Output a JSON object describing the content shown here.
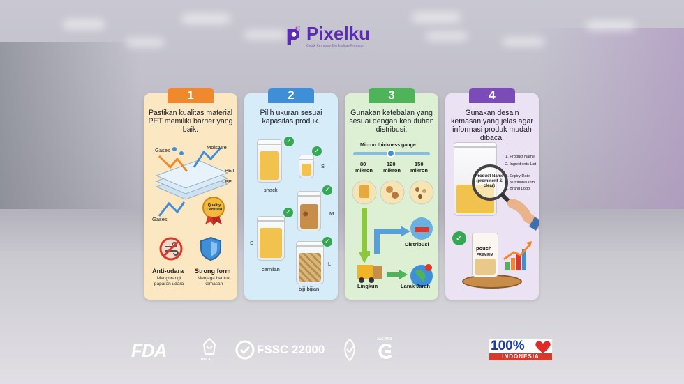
{
  "brand": {
    "name": "Pixelku",
    "tagline": "Cetak Kemasan Berkualitas Premium",
    "color": "#5b2bb5"
  },
  "cards": [
    {
      "number": "1",
      "color": "#f0892d",
      "bg": "#fbe7c2",
      "title": "Pastikan kualitas material PET memiliki barrier yang baik.",
      "labels": {
        "gases_top": "Gases",
        "moisture": "Moisture",
        "pet": "PET",
        "pe": "PE",
        "gases_bottom": "Gases",
        "badge": "Quality Certified"
      },
      "features": [
        {
          "title": "Anti-udara",
          "desc": "Mengurangi paparan udara",
          "icon": "no-air-icon"
        },
        {
          "title": "Strong form",
          "desc": "Menjaga bentuk kemasan",
          "icon": "shield-icon"
        }
      ]
    },
    {
      "number": "2",
      "color": "#3f8fd8",
      "bg": "#d6ecf8",
      "title": "Pilih ukuran sesuai kapasitas produk.",
      "labels": {
        "snack": "snack",
        "camilan": "camilan",
        "biji": "biji-bijian",
        "size_s1": "S",
        "size_m": "M",
        "size_s2": "S",
        "size_l": "L"
      }
    },
    {
      "number": "3",
      "color": "#4fb35a",
      "bg": "#ddf0d3",
      "title": "Gunakan ketebalan yang sesuai dengan kebutuhan distribusi.",
      "labels": {
        "gauge": "Micron thickness gauge",
        "m80": "80",
        "m120": "120",
        "m150": "150",
        "mikron": "mikron",
        "distribusi": "Distribusi",
        "lingkun": "Lingkun",
        "larak": "Larak Jarah"
      }
    },
    {
      "number": "4",
      "color": "#7b4cb8",
      "bg": "#ebe2f4",
      "title": "Gunakan desain kemasan yang jelas agar informasi produk mudah dibaca.",
      "labels": {
        "list": [
          "1. Product Name",
          "2. Ingredients List",
          "3. Expiry Date",
          "4. Nutritional Info",
          "5. Brand Logo"
        ],
        "lens": "Product Name (prominent & clear)",
        "pouch": "pouch",
        "premium": "PREMIUM"
      }
    }
  ],
  "certs": {
    "fda": "FDA",
    "halal": "HALAL",
    "fssc": "FSSC 22000",
    "jas": "JAS-ANZ",
    "indo_top": "100%",
    "indo_bottom": "INDONESIA"
  }
}
